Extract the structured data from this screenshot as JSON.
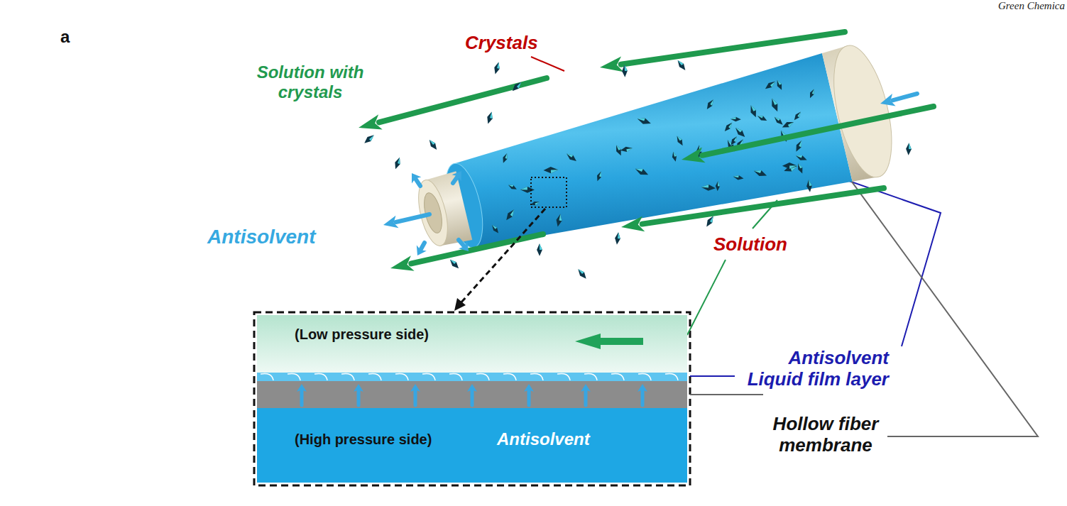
{
  "diagram": {
    "nodes": [
      {
        "text": [
          "(Low pressure side)"
        ]
      },
      {
        "text": [
          "(High pressure side)",
          "Antisolvent"
        ]
      }
    ],
    "labels": [
      "a",
      "Green Chemica",
      "Crystals",
      "Solution with crystals",
      "Antisolvent",
      "Solution",
      "Antisolvent Liquid film layer",
      "Hollow fiber membrane"
    ]
  }
}
